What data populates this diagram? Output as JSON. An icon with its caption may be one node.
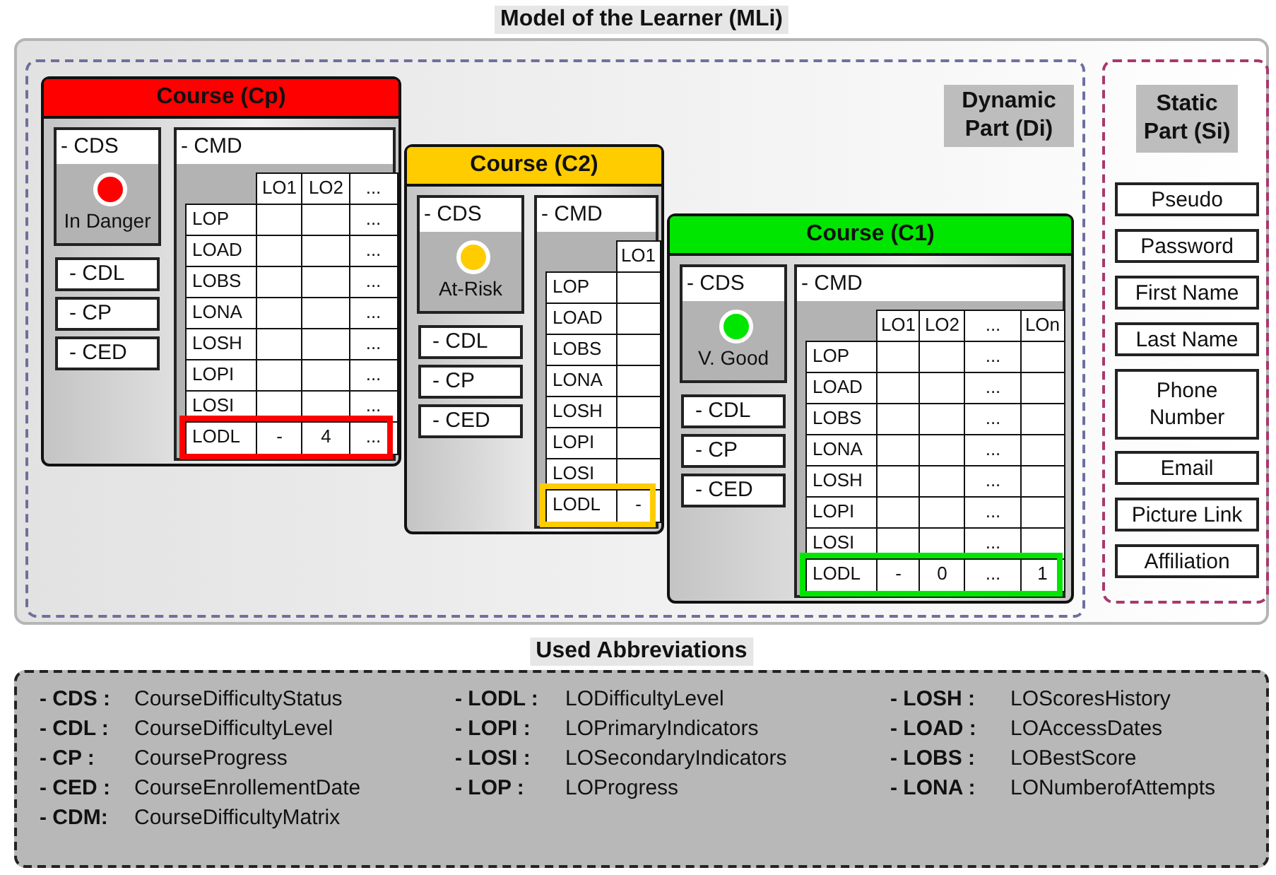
{
  "diagram": {
    "nodes": [
      {
        "text": [
          "Model of the Learner (MLi)"
        ]
      },
      {
        "text": [
          "Dynamic Part (Di)"
        ],
        "in": 0
      },
      {
        "text": [
          "Course (Cp)"
        ],
        "in": 1
      },
      {
        "text": [
          "- CDS",
          "In Danger"
        ],
        "in": 2
      },
      {
        "text": [
          "- CDL"
        ],
        "in": 2
      },
      {
        "text": [
          "- CP"
        ],
        "in": 2
      },
      {
        "text": [
          "- CED"
        ],
        "in": 2
      },
      {
        "text": [
          "- CMD"
        ],
        "in": 2
      },
      {
        "text": [
          "Course (C2)"
        ],
        "in": 1
      },
      {
        "text": [
          "- CDS",
          "At-Risk"
        ],
        "in": 8
      },
      {
        "text": [
          "- CDL"
        ],
        "in": 8
      },
      {
        "text": [
          "- CP"
        ],
        "in": 8
      },
      {
        "text": [
          "- CED"
        ],
        "in": 8
      },
      {
        "text": [
          "- CMD"
        ],
        "in": 8
      },
      {
        "text": [
          "Course (C1)"
        ],
        "in": 1
      },
      {
        "text": [
          "- CDS",
          "V. Good"
        ],
        "in": 14
      },
      {
        "text": [
          "- CDL"
        ],
        "in": 14
      },
      {
        "text": [
          "- CP"
        ],
        "in": 14
      },
      {
        "text": [
          "- CED"
        ],
        "in": 14
      },
      {
        "text": [
          "- CMD"
        ],
        "in": 14
      },
      {
        "text": [
          "Static Part (Si)"
        ],
        "in": 0
      },
      {
        "text": [
          "Pseudo"
        ],
        "in": 20
      },
      {
        "text": [
          "Password"
        ],
        "in": 20
      },
      {
        "text": [
          "First Name"
        ],
        "in": 20
      },
      {
        "text": [
          "Last Name"
        ],
        "in": 20
      },
      {
        "text": [
          "Phone Number"
        ],
        "in": 20
      },
      {
        "text": [
          "Email"
        ],
        "in": 20
      },
      {
        "text": [
          "Picture Link"
        ],
        "in": 20
      },
      {
        "text": [
          "Affiliation"
        ],
        "in": 20
      },
      {
        "text": [
          "Used Abbreviations"
        ]
      }
    ],
    "labels": [
      "LO1",
      "LO2",
      "...",
      "LOP",
      "...",
      "LOAD",
      "...",
      "LOBS",
      "...",
      "LONA",
      "...",
      "LOSH",
      "...",
      "LOPI",
      "...",
      "LOSI",
      "...",
      "LODL",
      "-",
      "4",
      "...",
      "LO1",
      "LOP",
      "LOAD",
      "LOBS",
      "LONA",
      "LOSH",
      "LOPI",
      "LOSI",
      "LODL",
      "-",
      "LO1",
      "LO2",
      "...",
      "LOn",
      "LOP",
      "...",
      "LOAD",
      "...",
      "LOBS",
      "...",
      "LONA",
      "...",
      "LOSH",
      "...",
      "LOPI",
      "...",
      "LOSI",
      "...",
      "LODL",
      "-",
      "0",
      "...",
      "1",
      "- CDS :",
      "CourseDifficultyStatus",
      "- LODL :",
      "LODifficultyLevel",
      "- LOSH :",
      "LOScoresHistory",
      "- CDL :",
      "CourseDifficultyLevel",
      "- LOPI :",
      "LOPrimaryIndicators",
      "- LOAD :",
      "LOAccessDates",
      "- CP :",
      "CourseProgress",
      "- LOSI :",
      "LOSecondaryIndicators",
      "- LOBS :",
      "LOBestScore",
      "- CED :",
      "CourseEnrollementDate",
      "- LOP :",
      "LOProgress",
      "- LONA :",
      "LONumberofAttempts",
      "- CDM:",
      "CourseDifficultyMatrix"
    ]
  }
}
